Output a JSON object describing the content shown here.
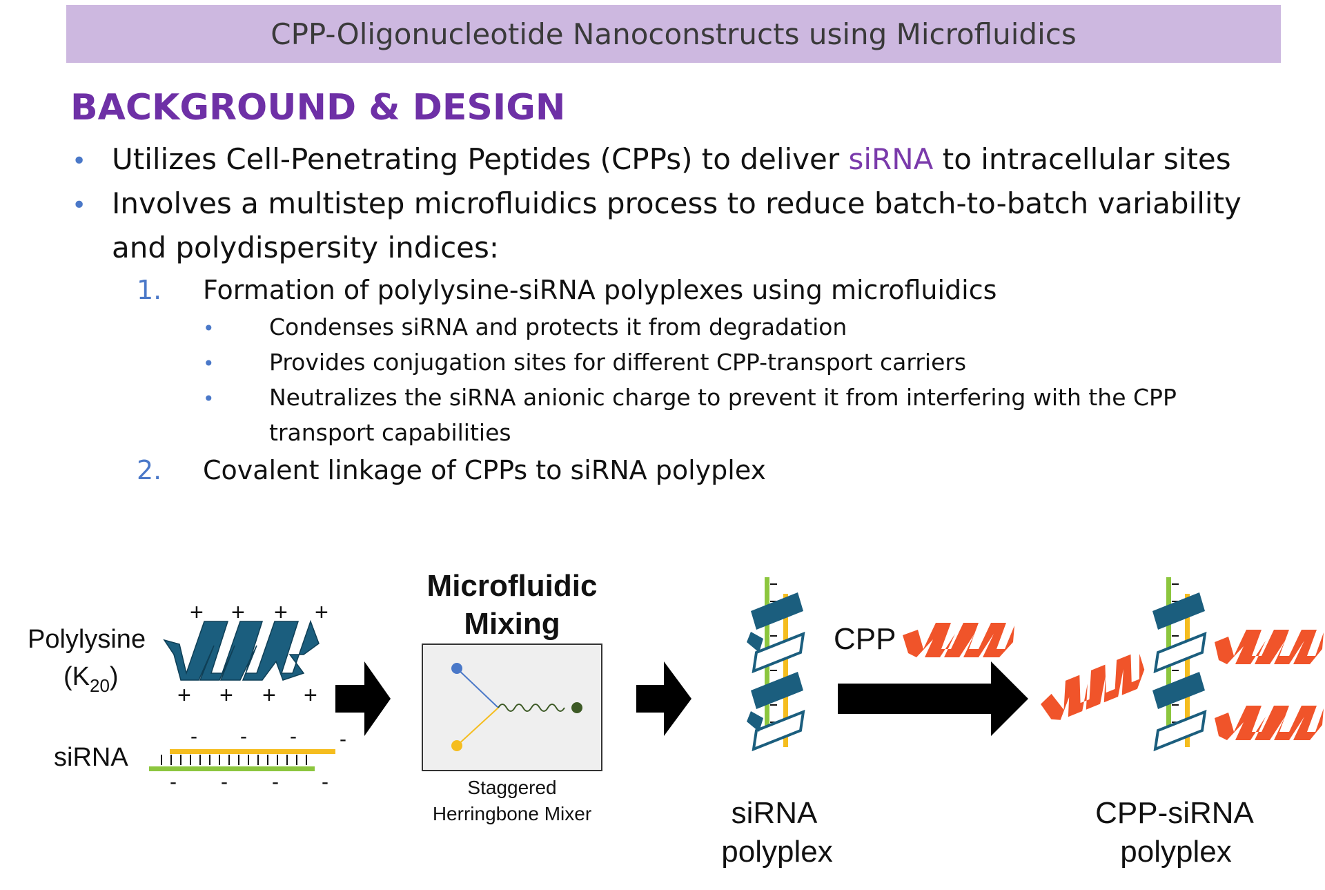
{
  "header": {
    "title": "CPP-Oligonucleotide Nanoconstructs using Microfluidics"
  },
  "section": {
    "title": "BACKGROUND & DESIGN"
  },
  "bullets": {
    "b1_pre": "Utilizes Cell-Penetrating Peptides (CPPs) to deliver ",
    "b1_accent": "siRNA",
    "b1_post": " to intracellular sites",
    "b2_line1": "Involves a multistep microfluidics process to reduce batch-to-batch variability",
    "b2_line2": "and polydispersity indices:"
  },
  "steps": {
    "s1_num": "1.",
    "s1_text": "Formation of polylysine-siRNA polyplexes using microfluidics",
    "sub1": "Condenses siRNA and protects it from degradation",
    "sub2": "Provides conjugation sites for different CPP-transport carriers",
    "sub3_line1": "Neutralizes the siRNA anionic charge to prevent it from interfering with the CPP",
    "sub3_line2": "transport capabilities",
    "s2_num": "2.",
    "s2_text": "Covalent linkage of CPPs to siRNA polyplex"
  },
  "diagram": {
    "polylysine_label": "Polylysine",
    "k_label_open": "(K",
    "k_sub": "20",
    "k_label_close": ")",
    "sirna_label": "siRNA",
    "plus": "+",
    "minus": "-",
    "mixing_title_1": "Microfluidic",
    "mixing_title_2": "Mixing",
    "mixer_caption_1": "Staggered",
    "mixer_caption_2": "Herringbone Mixer",
    "cpp_label": "CPP",
    "polyplex_label_1": "siRNA",
    "polyplex_label_2": "polyplex",
    "final_label_1": "CPP-siRNA",
    "final_label_2": "polyplex"
  },
  "colors": {
    "banner": "#cdb8e0",
    "title_purple": "#6e30a6",
    "bullet_blue": "#4a78c8",
    "polylysine_teal": "#1b5e7e",
    "cpp_orange": "#f0542a",
    "sirna_yellow": "#f5bd1f",
    "sirna_green": "#8cc63e"
  }
}
